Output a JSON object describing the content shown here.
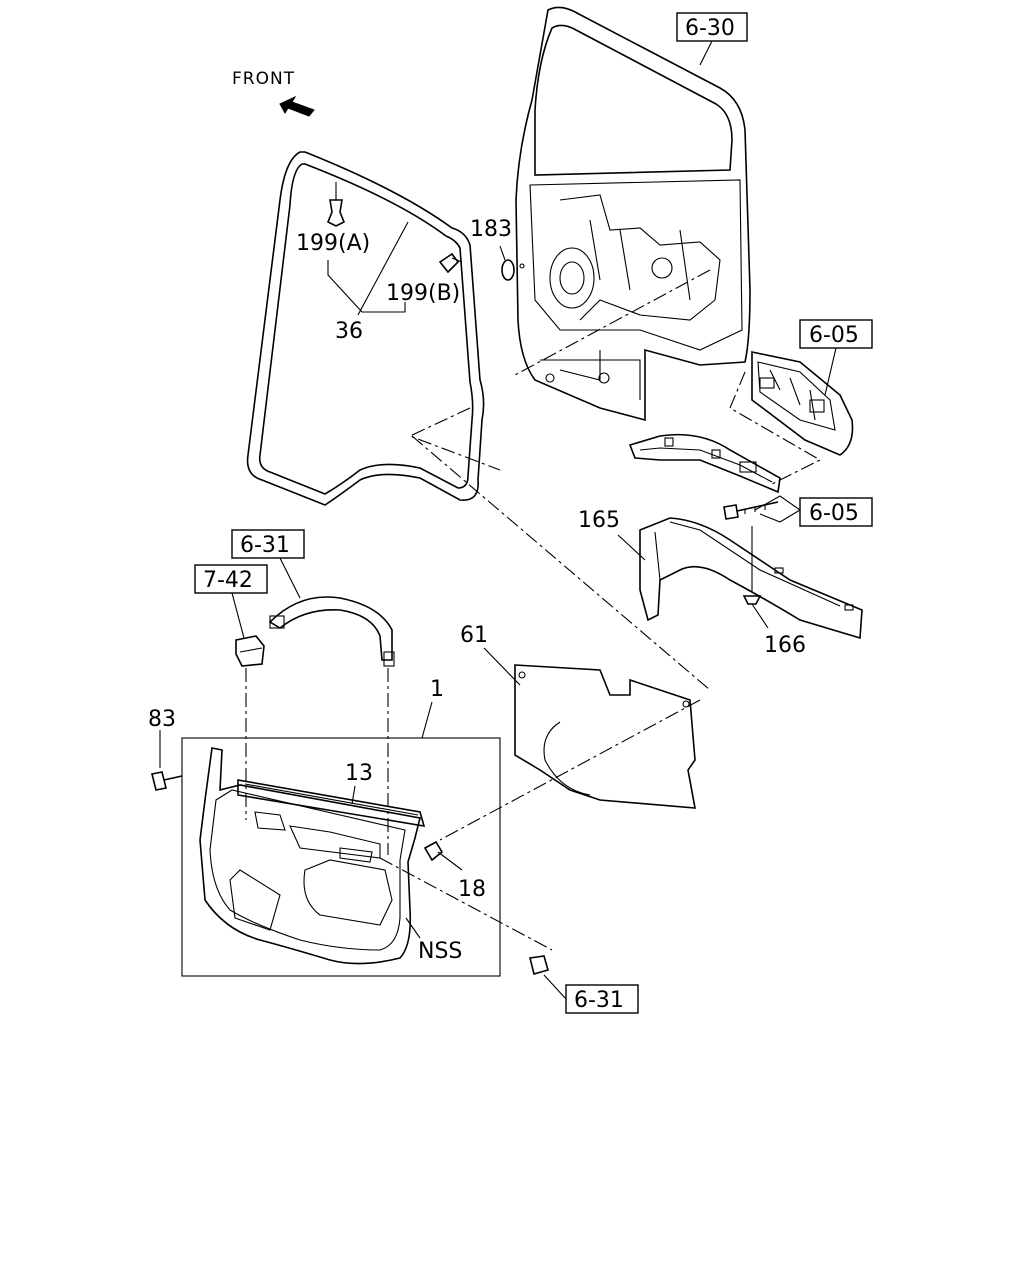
{
  "front_label": "FRONT",
  "callouts": {
    "c630": "6-30",
    "c183": "183",
    "c199a": "199(A)",
    "c199b": "199(B)",
    "c36": "36",
    "c605a": "6-05",
    "c605b": "6-05",
    "c165": "165",
    "c166": "166",
    "c631a": "6-31",
    "c742": "7-42",
    "c61": "61",
    "c83": "83",
    "c1": "1",
    "c13": "13",
    "c18": "18",
    "cnss": "NSS",
    "c631b": "6-31"
  }
}
